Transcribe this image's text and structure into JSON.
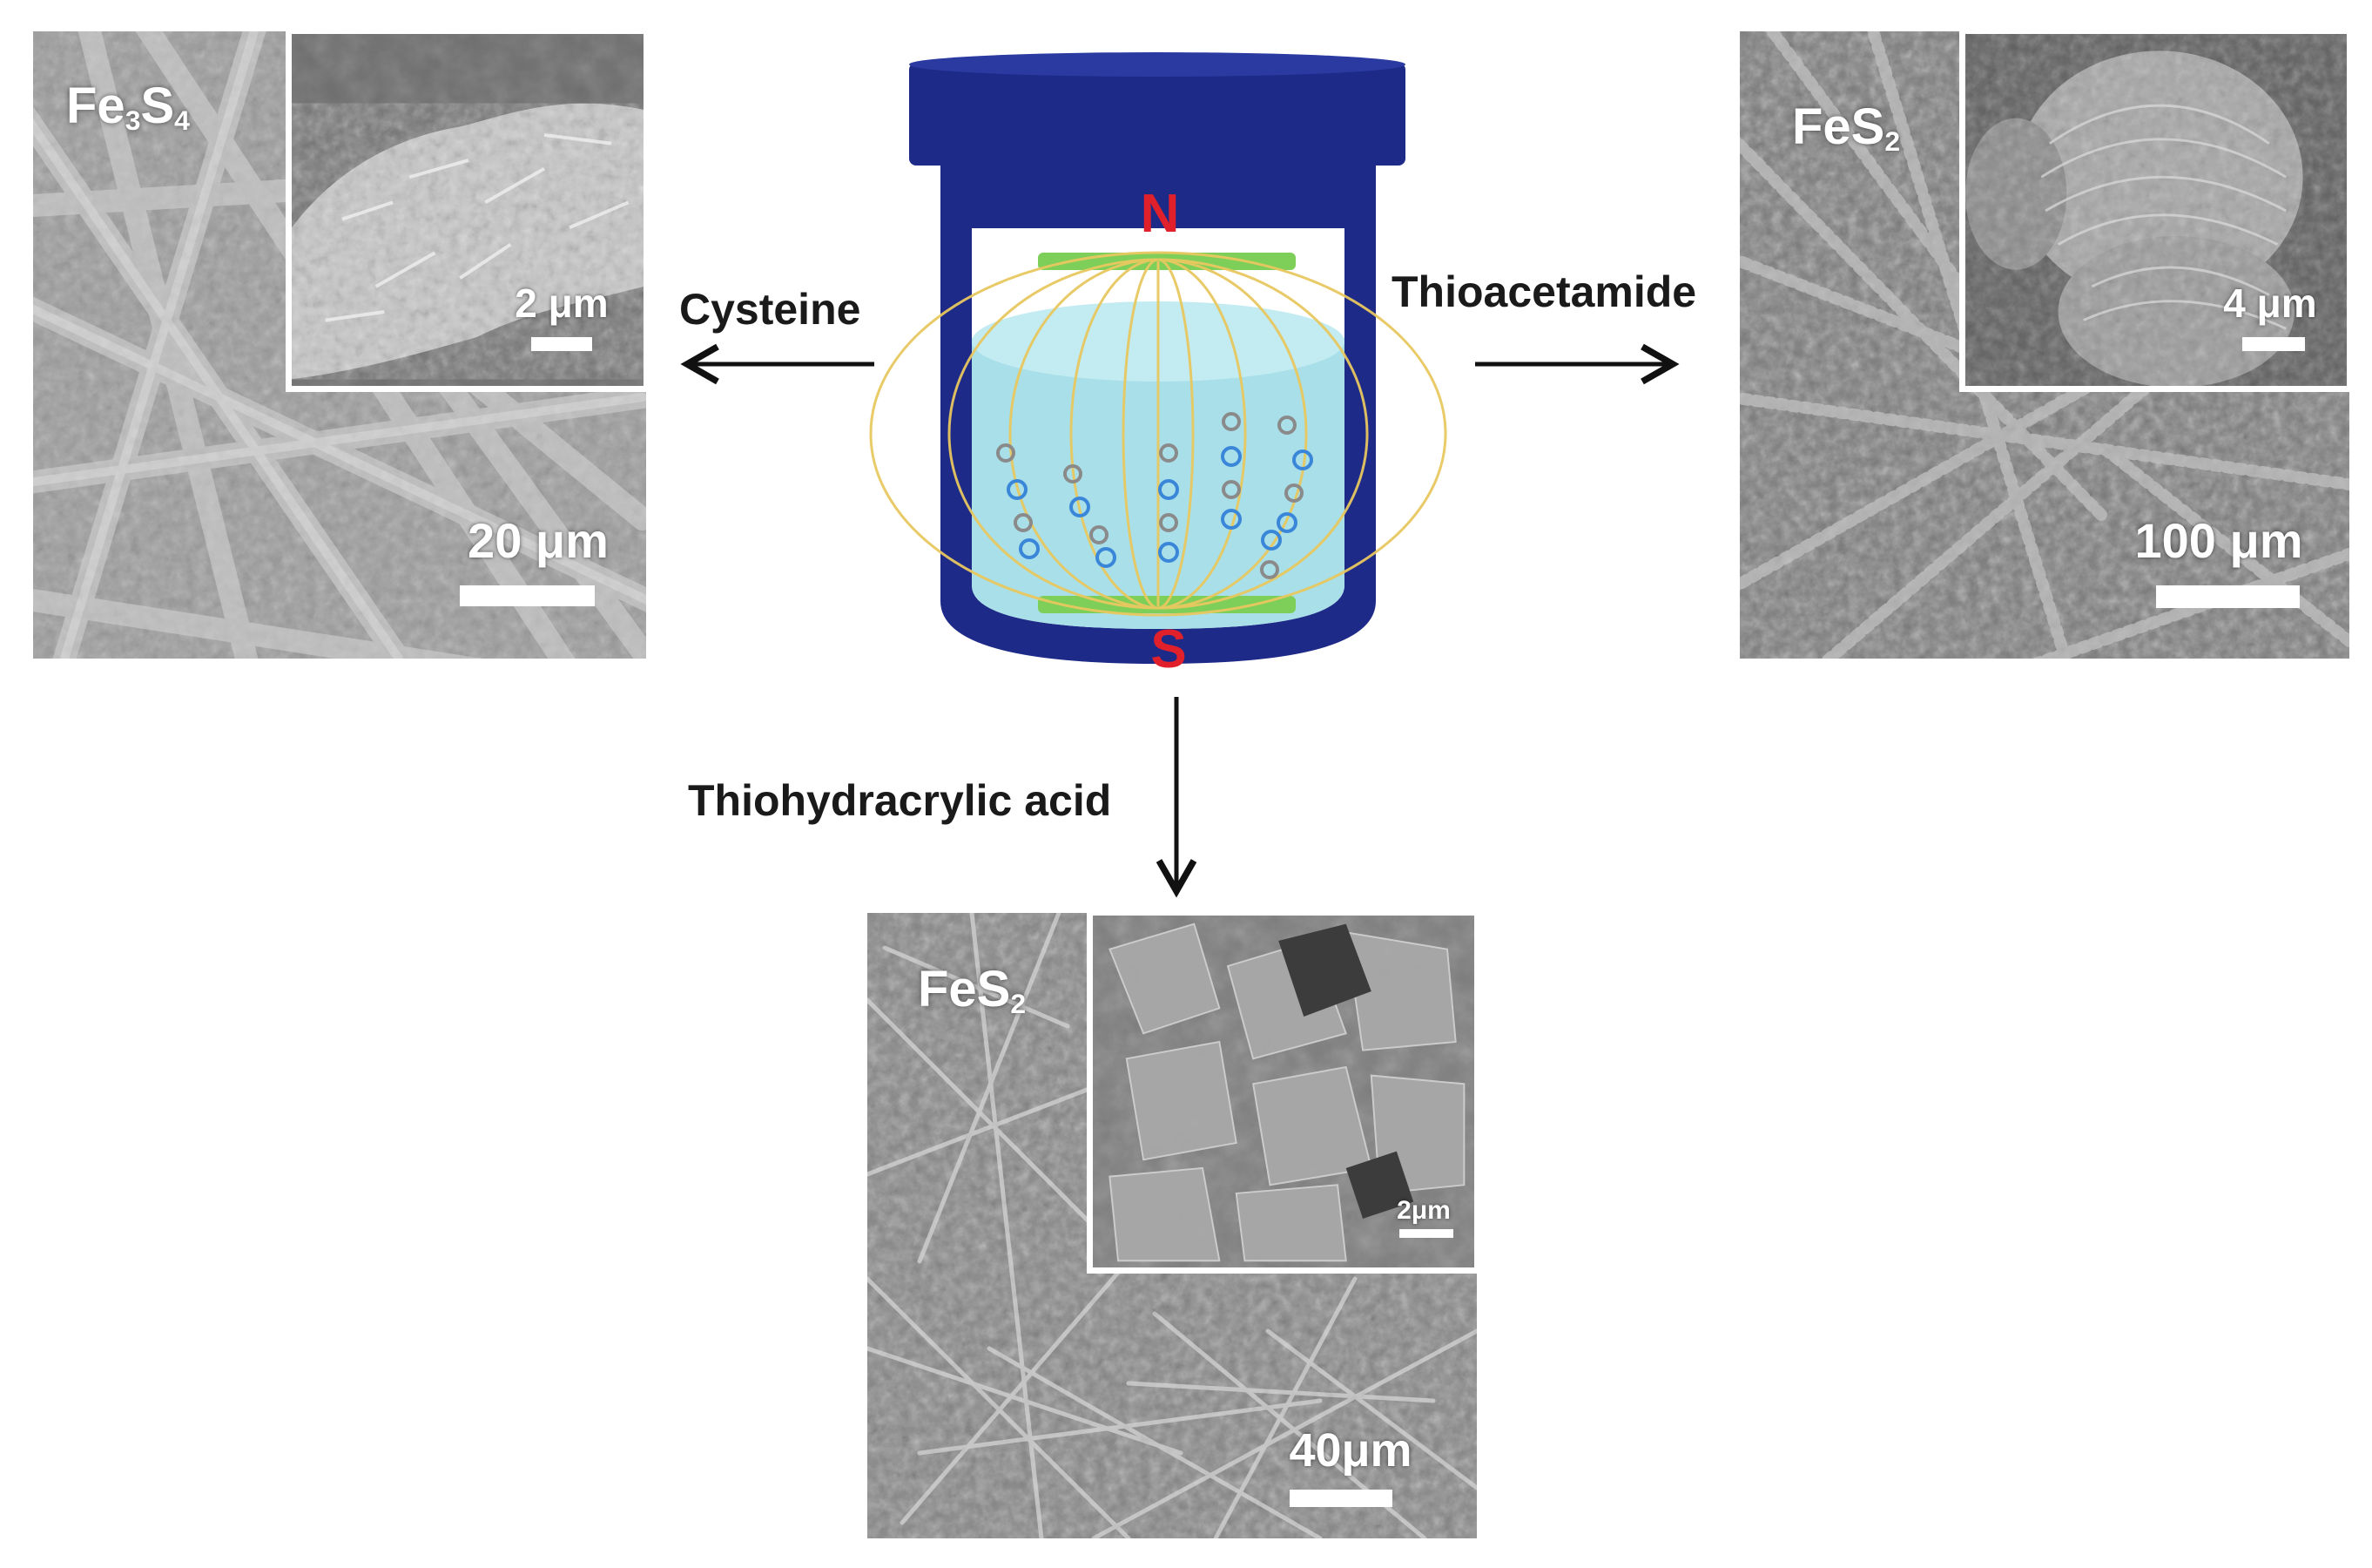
{
  "center": {
    "pole_north": "N",
    "pole_south": "S"
  },
  "arrows": {
    "left_label": "Cysteine",
    "right_label": "Thioacetamide",
    "down_label": "Thiohydracrylic acid"
  },
  "panels": {
    "left": {
      "phase_base": "Fe",
      "phase_sub1": "3",
      "phase_mid": "S",
      "phase_sub2": "4",
      "scale_main": "20 μm",
      "scale_inset": "2 μm"
    },
    "right": {
      "phase_base": "FeS",
      "phase_sub": "2",
      "scale_main": "100 μm",
      "scale_inset": "4 μm"
    },
    "bottom": {
      "phase_base": "FeS",
      "phase_sub": "2",
      "scale_main": "40μm",
      "scale_inset": "2μm"
    }
  },
  "colors": {
    "vessel": "#1e2a88",
    "liquid": "#a8dfe8",
    "plate": "#7ecf5a",
    "pole_text": "#e0202a",
    "field_line": "#e8c860",
    "particle_blue": "#3a86d8",
    "particle_gray": "#8a8a8a"
  }
}
